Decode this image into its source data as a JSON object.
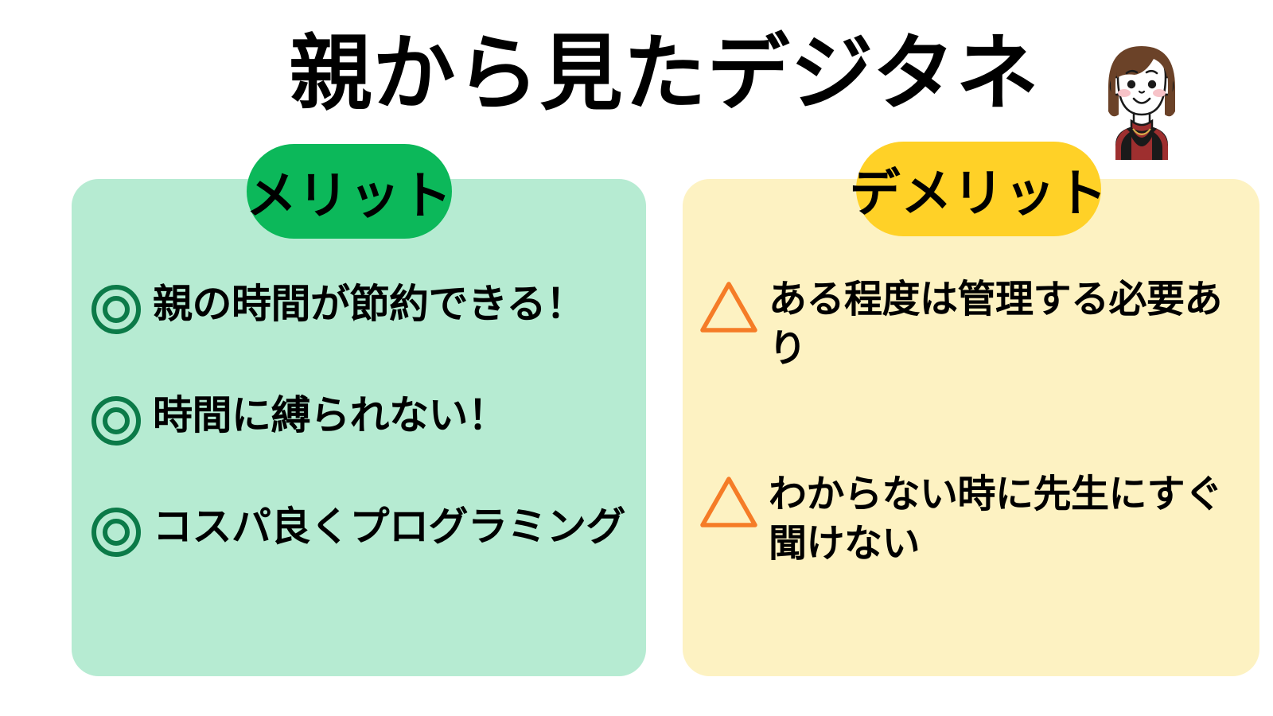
{
  "header": {
    "title": "親から見たデジタネ",
    "avatar_alt": "woman-avatar-illustration"
  },
  "colors": {
    "merit_panel": "#B6EBD2",
    "merit_badge": "#0CB85A",
    "merit_icon": "#0B7A48",
    "demerit_panel": "#FDF2C2",
    "demerit_badge": "#FFD127",
    "demerit_icon": "#F57C27",
    "text": "#000000",
    "background": "#FFFFFF"
  },
  "merit": {
    "badge_label": "メリット",
    "icon": "double-circle-icon",
    "items": [
      {
        "text": "親の時間が節約できる！"
      },
      {
        "text": "時間に縛られない！"
      },
      {
        "text": "コスパ良くプログラミング"
      }
    ]
  },
  "demerit": {
    "badge_label": "デメリット",
    "icon": "warning-triangle-icon",
    "items": [
      {
        "text": "ある程度は管理する必要あり"
      },
      {
        "text": "わからない時に先生にすぐ聞けない"
      }
    ]
  }
}
